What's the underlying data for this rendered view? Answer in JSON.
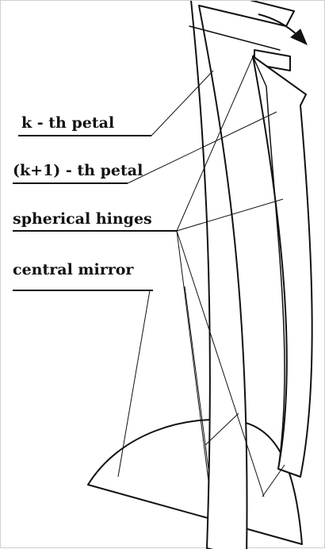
{
  "labels": {
    "k_petal": "k - th petal",
    "k1_petal": "(k+1) - th petal",
    "hinges": "spherical hinges",
    "mirror": "central mirror"
  },
  "colors": {
    "line": "#111111",
    "background": "#ffffff"
  }
}
